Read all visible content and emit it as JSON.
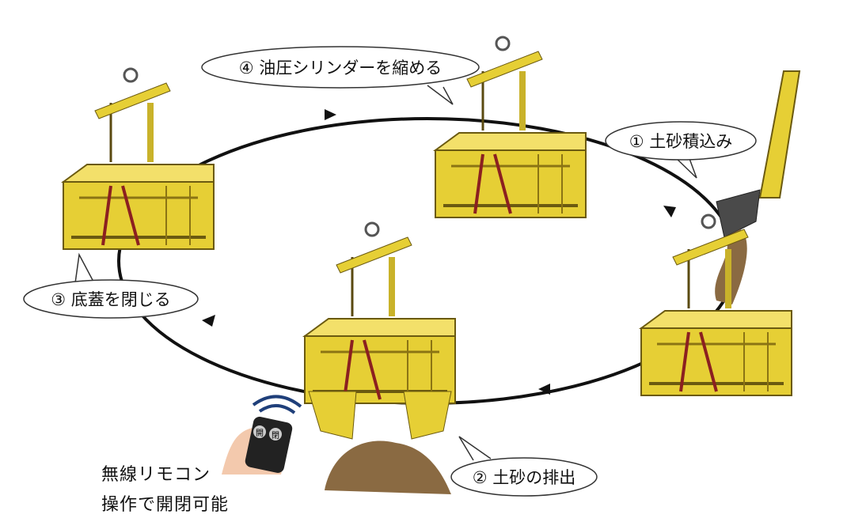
{
  "steps": [
    {
      "label": "① 土砂積込み"
    },
    {
      "label": "② 土砂の排出"
    },
    {
      "label": "③ 底蓋を閉じる"
    },
    {
      "label": "④ 油圧シリンダーを縮める"
    }
  ],
  "remote": {
    "line1": "無線リモコン",
    "line2": "操作で開閉可能",
    "button_open": "開",
    "button_close": "閉"
  },
  "colors": {
    "bucket": "#e8d23a",
    "cycle": "#111111",
    "soil": "#8a6a42",
    "signal": "#1f3f7a"
  }
}
